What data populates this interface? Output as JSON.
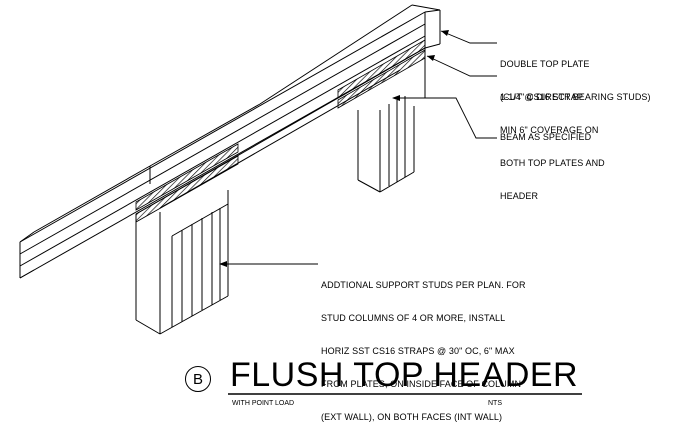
{
  "callouts": {
    "double_top_plate": [
      "DOUBLE TOP PLATE",
      "(CUT @ DIRECT BEARING STUDS)"
    ],
    "strap": [
      "1-1/4\" CS16 STRAP",
      "MIN 6\" COVERAGE ON",
      "BOTH TOP PLATES AND",
      "HEADER"
    ],
    "beam": "BEAM AS SPECIFIED",
    "studs": [
      "ADDTIONAL SUPPORT STUDS PER PLAN. FOR",
      "STUD COLUMNS OF 4 OR MORE, INSTALL",
      "HORIZ SST CS16 STRAPS @ 30\" OC, 6\" MAX",
      "FROM PLATES, ON INSIDE FACE OF COLUMN",
      "(EXT WALL), ON BOTH FACES (INT WALL)"
    ]
  },
  "title_block": {
    "detail_letter": "B",
    "title": "FLUSH TOP HEADER",
    "subtitle": "WITH POINT LOAD",
    "scale": "NTS"
  },
  "colors": {
    "line": "#000000",
    "background": "#ffffff"
  }
}
